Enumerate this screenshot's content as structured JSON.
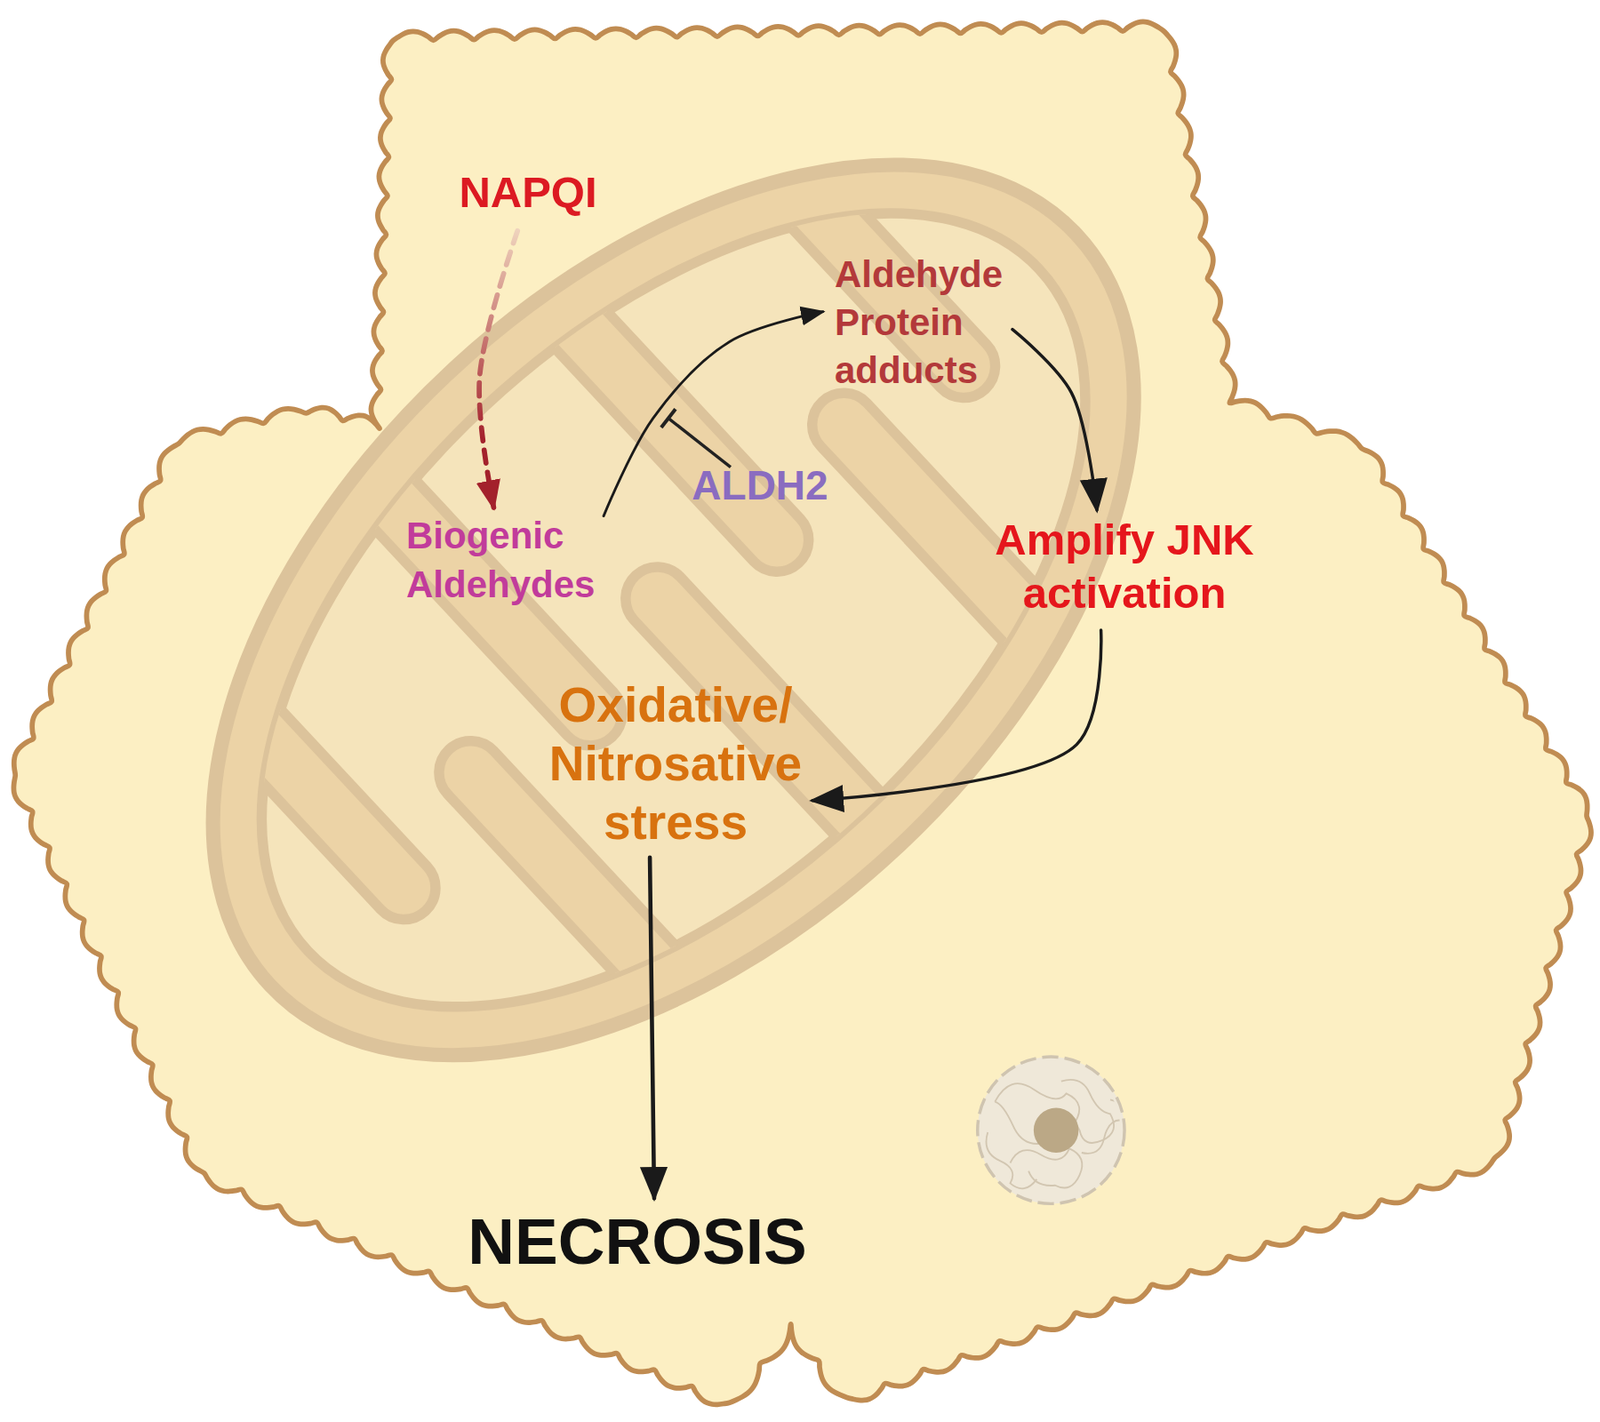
{
  "diagram": {
    "nodes": [
      {
        "text": [
          "NAPQI"
        ]
      },
      {
        "text": [
          "Aldehyde Protein adducts"
        ]
      },
      {
        "text": [
          "Biogenic Aldehydes"
        ]
      },
      {
        "text": [
          "Amplify JNK activation"
        ]
      },
      {
        "text": [
          "Oxidative/ Nitrosative stress"
        ]
      },
      {
        "text": [
          "NECROSIS"
        ]
      }
    ],
    "edges": [
      {
        "from": 0,
        "to": 2,
        "arrow": "to"
      },
      {
        "from": 2,
        "to": 1,
        "arrow": "to"
      },
      {
        "from": 1,
        "to": 3,
        "arrow": "to"
      },
      {
        "from": 3,
        "to": 4,
        "arrow": "to"
      },
      {
        "from": 4,
        "to": 5,
        "arrow": "to"
      }
    ],
    "labels": [
      "ALDH2"
    ]
  }
}
